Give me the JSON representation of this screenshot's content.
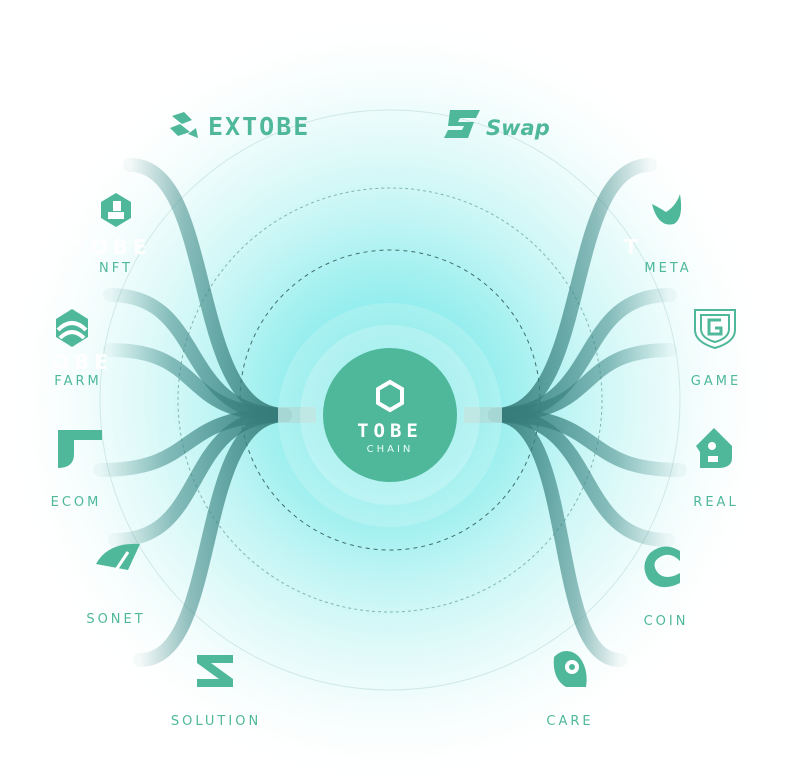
{
  "center": {
    "title": "TOBE",
    "subtitle": "CHAIN"
  },
  "brands": {
    "extobe": "EXTOBE",
    "swap": "Swap"
  },
  "left_nodes": [
    {
      "label": "NFT",
      "watermark": "TOBE",
      "icon": "nft-icon"
    },
    {
      "label": "FARM",
      "watermark": "OBE",
      "icon": "farm-icon"
    },
    {
      "label": "ECOM",
      "watermark": "",
      "icon": "ecom-icon"
    },
    {
      "label": "SONET",
      "watermark": "",
      "icon": "sonet-icon"
    },
    {
      "label": "SOLUTION",
      "watermark": "",
      "icon": "solution-icon"
    }
  ],
  "right_nodes": [
    {
      "label": "META",
      "watermark": "T",
      "icon": "meta-icon"
    },
    {
      "label": "GAME",
      "watermark": "",
      "icon": "game-icon"
    },
    {
      "label": "REAL",
      "watermark": "",
      "icon": "real-icon"
    },
    {
      "label": "COIN",
      "watermark": "",
      "icon": "coin-icon"
    },
    {
      "label": "CARE",
      "watermark": "",
      "icon": "care-icon"
    }
  ],
  "colors": {
    "accent": "#4fb89a",
    "glow": "#5fe0e0",
    "line": "#3f8a88",
    "white": "#ffffff"
  }
}
